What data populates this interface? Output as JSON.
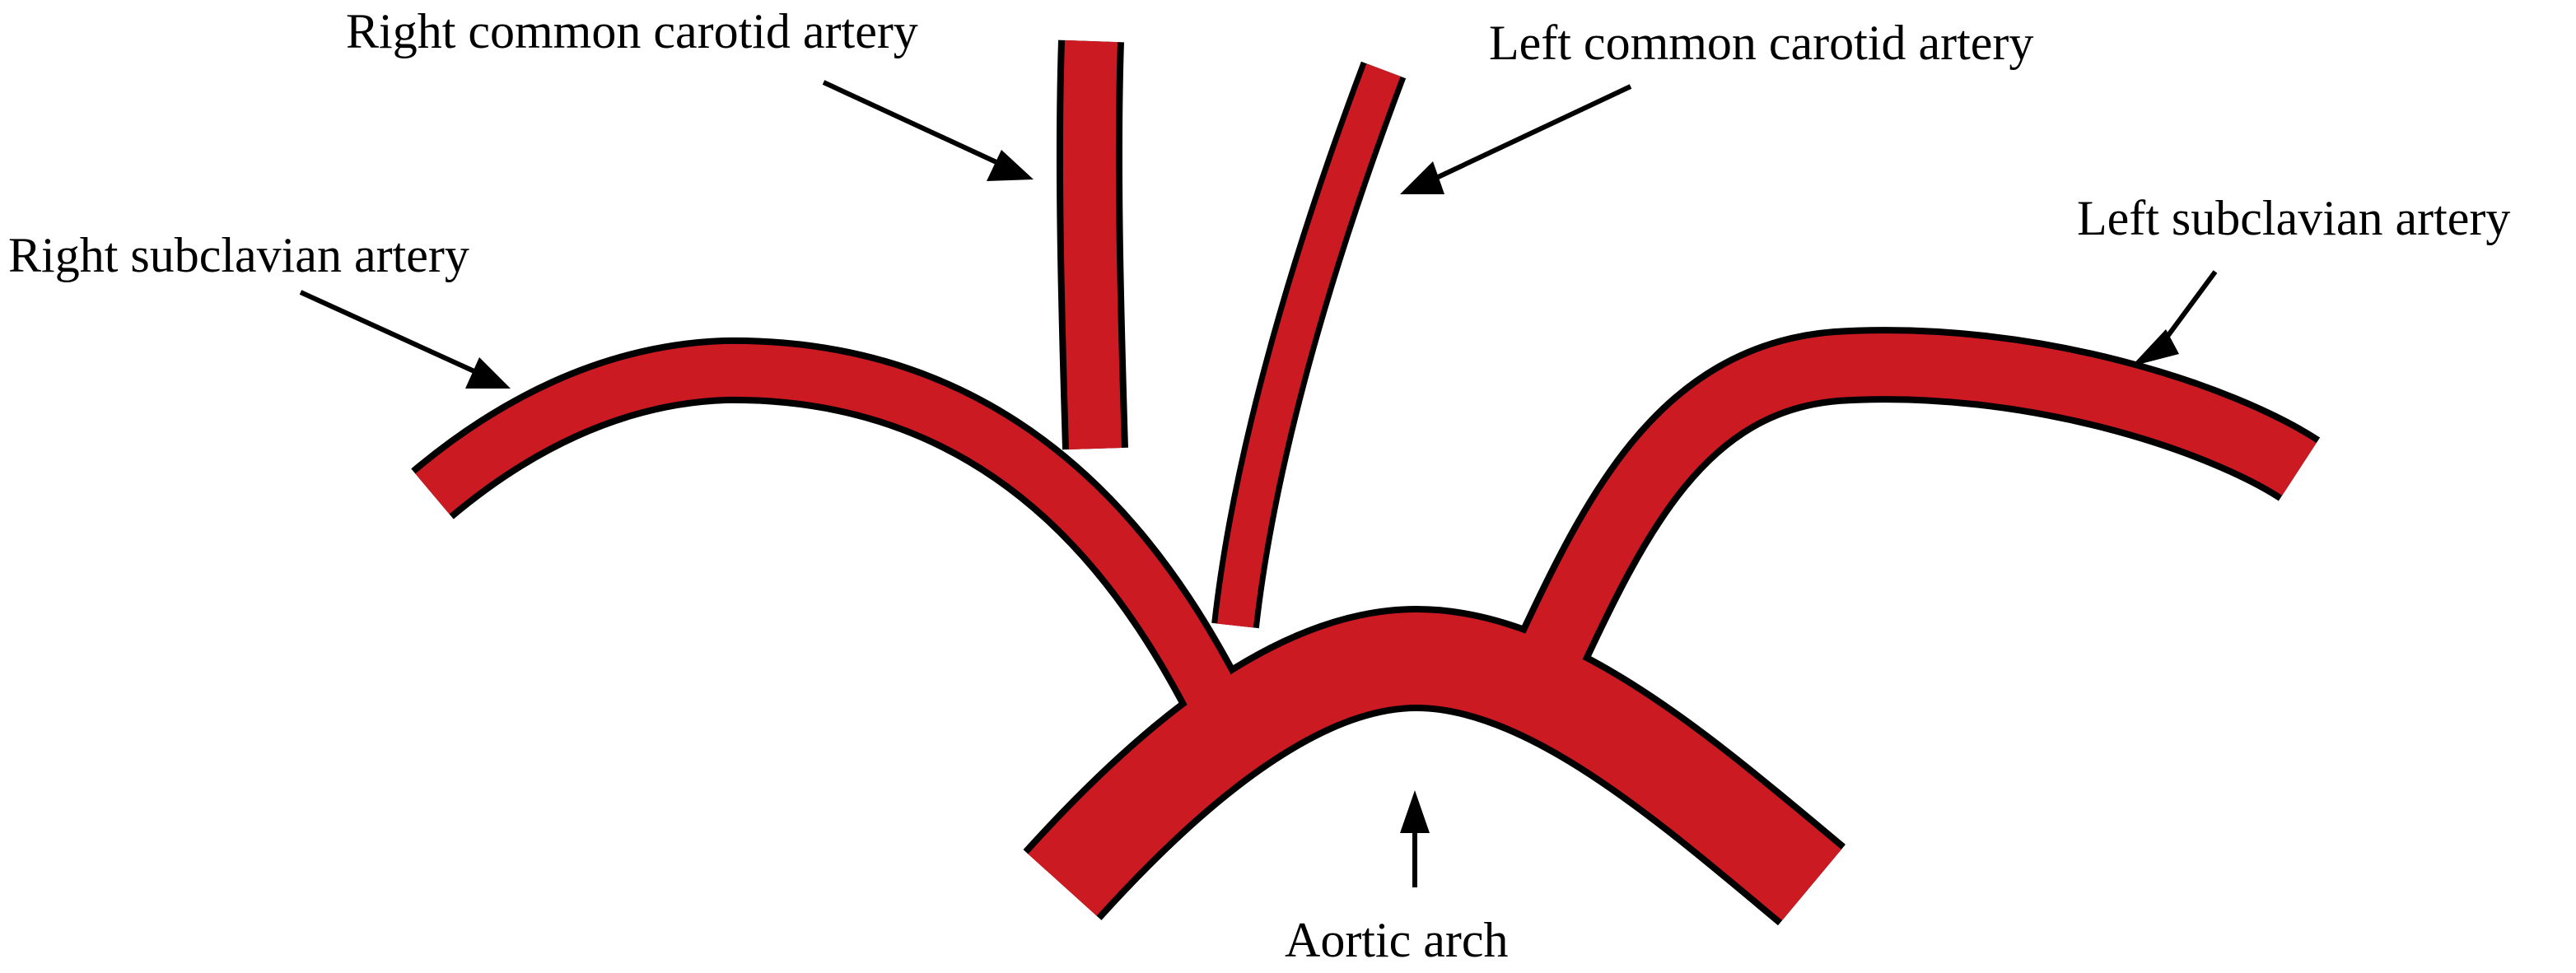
{
  "colors": {
    "artery": "#cc1a22",
    "outline": "#000000",
    "background": "#ffffff"
  },
  "labels": {
    "right_common_carotid": "Right common carotid artery",
    "left_common_carotid": "Left common carotid artery",
    "right_subclavian": "Right subclavian artery",
    "left_subclavian": "Left subclavian artery",
    "aortic_arch": "Aortic arch"
  }
}
